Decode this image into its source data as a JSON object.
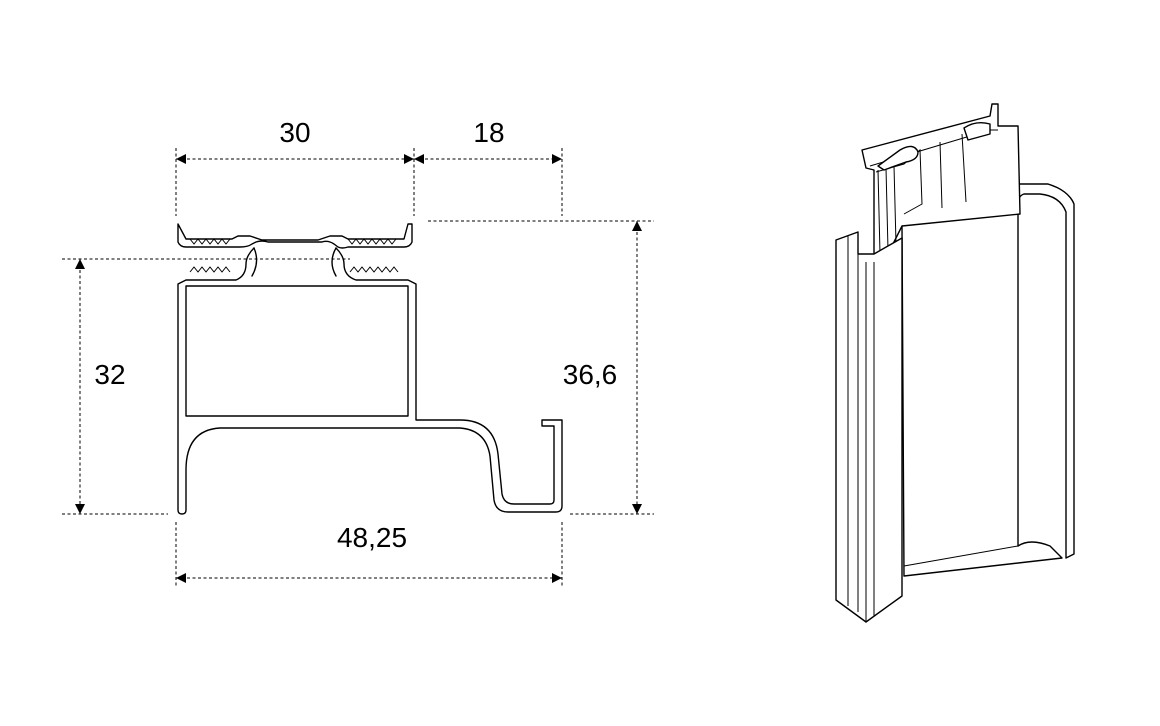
{
  "dimensions": {
    "top_width": "30",
    "top_offset": "18",
    "height_left": "32",
    "height_right": "36,6",
    "bottom_width": "48,25"
  },
  "colors": {
    "line": "#000000",
    "background": "#ffffff"
  }
}
